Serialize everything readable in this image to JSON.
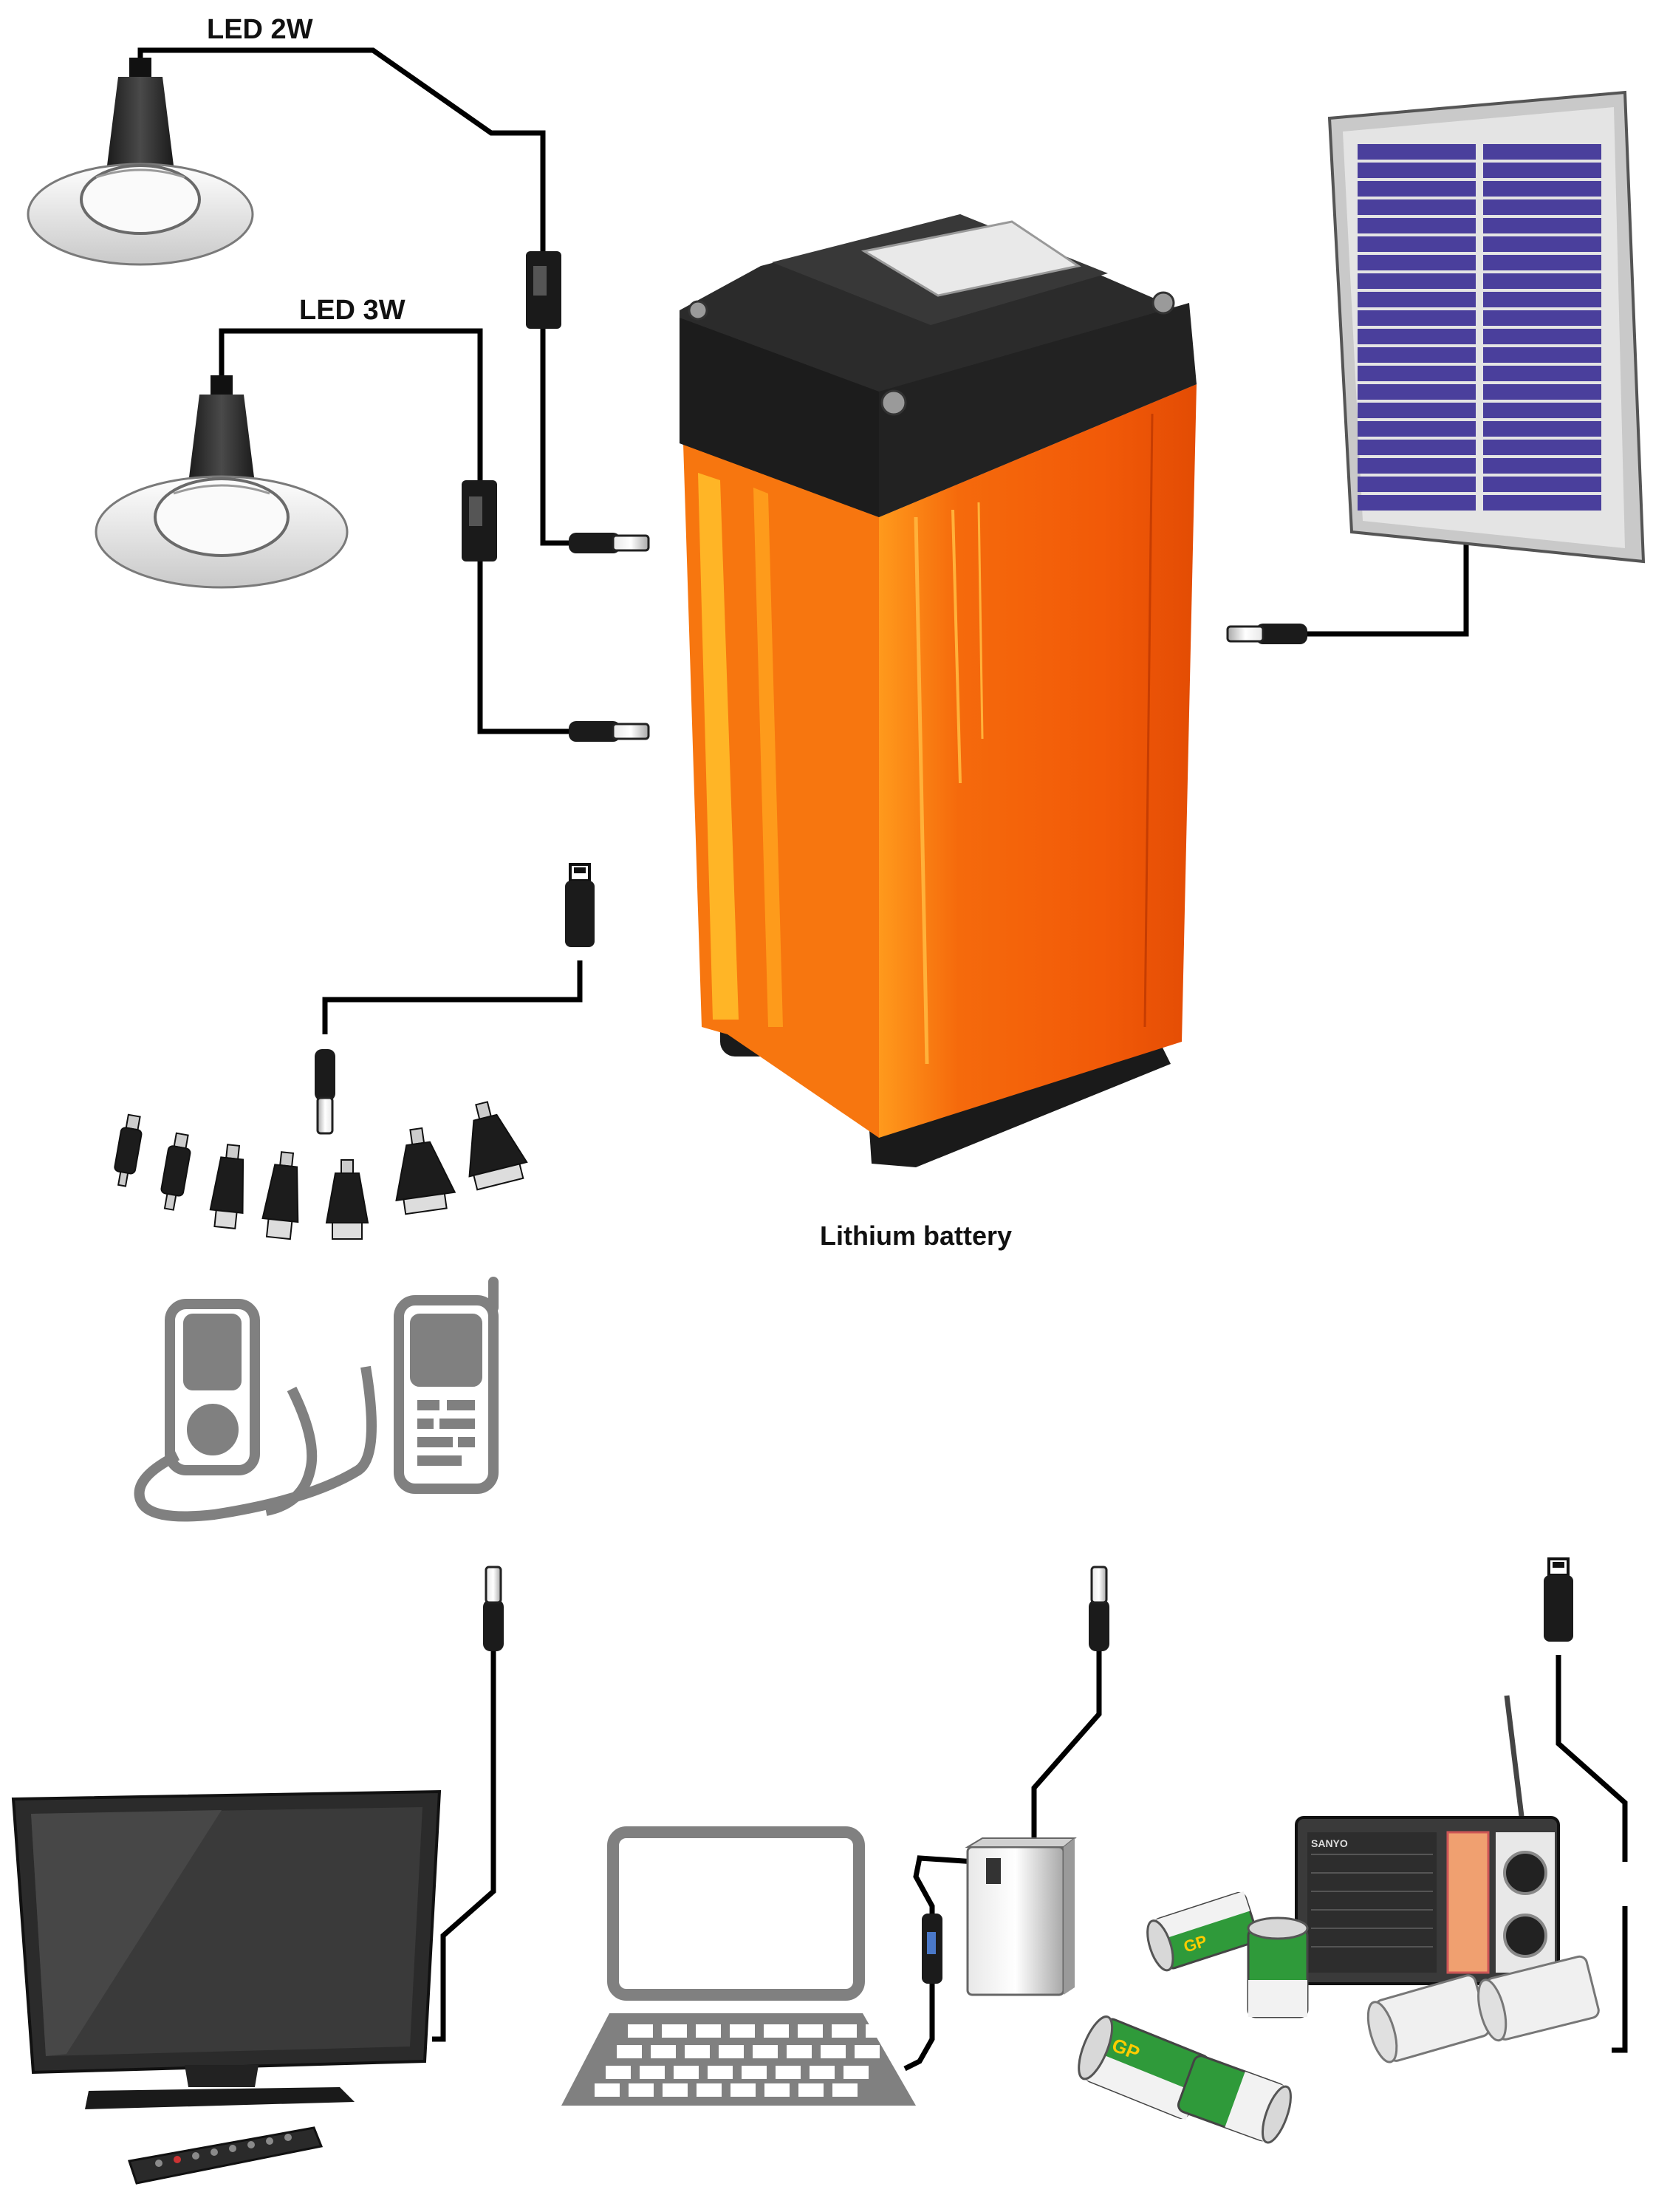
{
  "labels": {
    "led_2w": "LED 2W",
    "led_3w": "LED 3W",
    "battery": "Lithium battery",
    "radio_brand": "SANYO"
  },
  "colors": {
    "battery_body": "#f25a08",
    "battery_highlight": "#ffa51e",
    "battery_cap": "#262626",
    "solar_cells": "#4a3f9c",
    "cable": "#000000",
    "device_gray": "#8a8a8a",
    "tv_body": "#2b2b2b"
  },
  "icons": [
    "led-bulb-2w-icon",
    "led-bulb-3w-icon",
    "solar-panel-icon",
    "lithium-battery-icon",
    "usb-plug-icon",
    "dc-plug-icon",
    "phone-adapter-tips-icon",
    "media-player-icon",
    "mobile-phone-icon",
    "television-icon",
    "remote-control-icon",
    "laptop-icon",
    "power-bank-icon",
    "radio-icon",
    "battery-cells-icon"
  ]
}
